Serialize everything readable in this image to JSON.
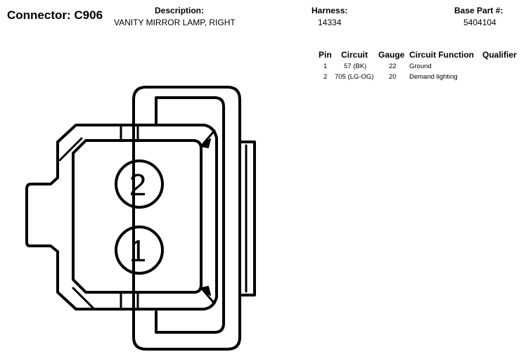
{
  "connector": {
    "label": "Connector: C906"
  },
  "description": {
    "header": "Description:",
    "value": "VANITY MIRROR LAMP, RIGHT"
  },
  "harness": {
    "header": "Harness:",
    "value": "14334"
  },
  "base_part": {
    "header": "Base Part #:",
    "value": "5404104"
  },
  "pin_table": {
    "columns": {
      "pin": "Pin",
      "circuit": "Circuit",
      "gauge": "Gauge",
      "function": "Circuit Function",
      "qualifier": "Qualifier"
    },
    "rows": [
      {
        "pin": "1",
        "circuit": "57 (BK)",
        "gauge": "22",
        "function": "Ground"
      },
      {
        "pin": "2",
        "circuit": "705 (LG-OG)",
        "gauge": "20",
        "function": "Demand lighting"
      }
    ]
  },
  "diagram": {
    "pin_labels": [
      "2",
      "1"
    ]
  }
}
